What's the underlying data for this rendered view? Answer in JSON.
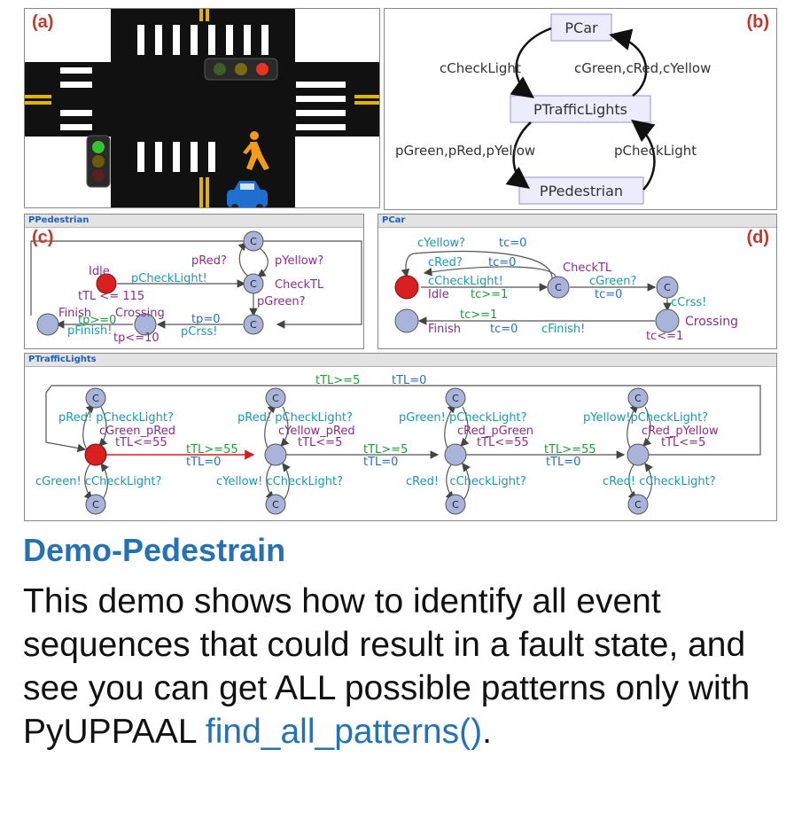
{
  "panel_a": {
    "tag": "(a)"
  },
  "panel_b": {
    "tag": "(b)",
    "nodes": {
      "pcar": "PCar",
      "ptraffic": "PTrafficLights",
      "pped": "PPedestrian"
    },
    "edges": {
      "c_check": "cCheckLight",
      "c_colors": "cGreen,cRed,cYellow",
      "p_colors": "pGreen,pRed,pYellow",
      "p_check": "pCheckLight"
    }
  },
  "panel_c": {
    "title": "PPedestrian",
    "tag": "(c)",
    "labels": {
      "c1": "C",
      "c2": "C",
      "c3": "C",
      "pred": "pRed?",
      "pyellow": "pYellow?",
      "idle": "Idle",
      "pcheck": "pCheckLight!",
      "ttl115": "tTL <= 115",
      "checktl": "CheckTL",
      "pgreen": "pGreen?",
      "finish": "Finish",
      "crossing": "Crossing",
      "tp0": "tp>=0",
      "tp_eq0": "tp=0",
      "pfinish": "pFinish!",
      "tp10": "tp<=10",
      "pcrss": "pCrss!"
    }
  },
  "panel_d": {
    "title": "PCar",
    "tag": "(d)",
    "labels": {
      "cyellow": "cYellow?",
      "tc0a": "tc=0",
      "cred": "cRed?",
      "tc0b": "tc=0",
      "checktl": "CheckTL",
      "ccheck": "cCheckLight!",
      "cgreen": "cGreen?",
      "idle": "Idle",
      "tc1": "tc>=1",
      "tc0c": "tc=0",
      "c1": "C",
      "c2": "C",
      "ccrss": "cCrss!",
      "tc1b": "tc>=1",
      "crossing": "Crossing",
      "finish": "Finish",
      "tc0d": "tc=0",
      "cfinish": "cFinish!",
      "tcle1": "tc<=1"
    }
  },
  "panel_e": {
    "title": "PTrafficLights",
    "labels": {
      "top_guard": "tTL>=5",
      "top_reset": "tTL=0",
      "s1_top": "pRed! pCheckLight?",
      "s1_name": "cGreen_pRed",
      "s1_inv": "tTL<=55",
      "s2_top": "pRed! pCheckLight?",
      "s2_name": "cYellow_pRed",
      "s2_inv": "tTL<=5",
      "s3_top": "pGreen! pCheckLight?",
      "s3_name": "cRed_pGreen",
      "s3_inv": "tTL<=55",
      "s4_top": "pYellow!pCheckLight?",
      "s4_name": "cRed_pYellow",
      "s4_inv": "tTL<=5",
      "g12": "tTL>=55",
      "r12": "tTL=0",
      "g23": "tTL>=5",
      "r23": "tTL=0",
      "g34": "tTL>=55",
      "r34": "tTL=0",
      "b1": "cGreen! cCheckLight?",
      "b2": "cYellow! cCheckLight?",
      "b3": "cRed!   cCheckLight?",
      "b4": "cRed! cCheckLight?",
      "c": "C"
    }
  },
  "demo": {
    "title": "Demo-Pedestrain",
    "text": "This demo shows how to identify all event sequences that could result in a fault state, and see you can get ALL possible patterns only with PyUPPAAL ",
    "code": "find_all_patterns()",
    "suffix": "."
  }
}
